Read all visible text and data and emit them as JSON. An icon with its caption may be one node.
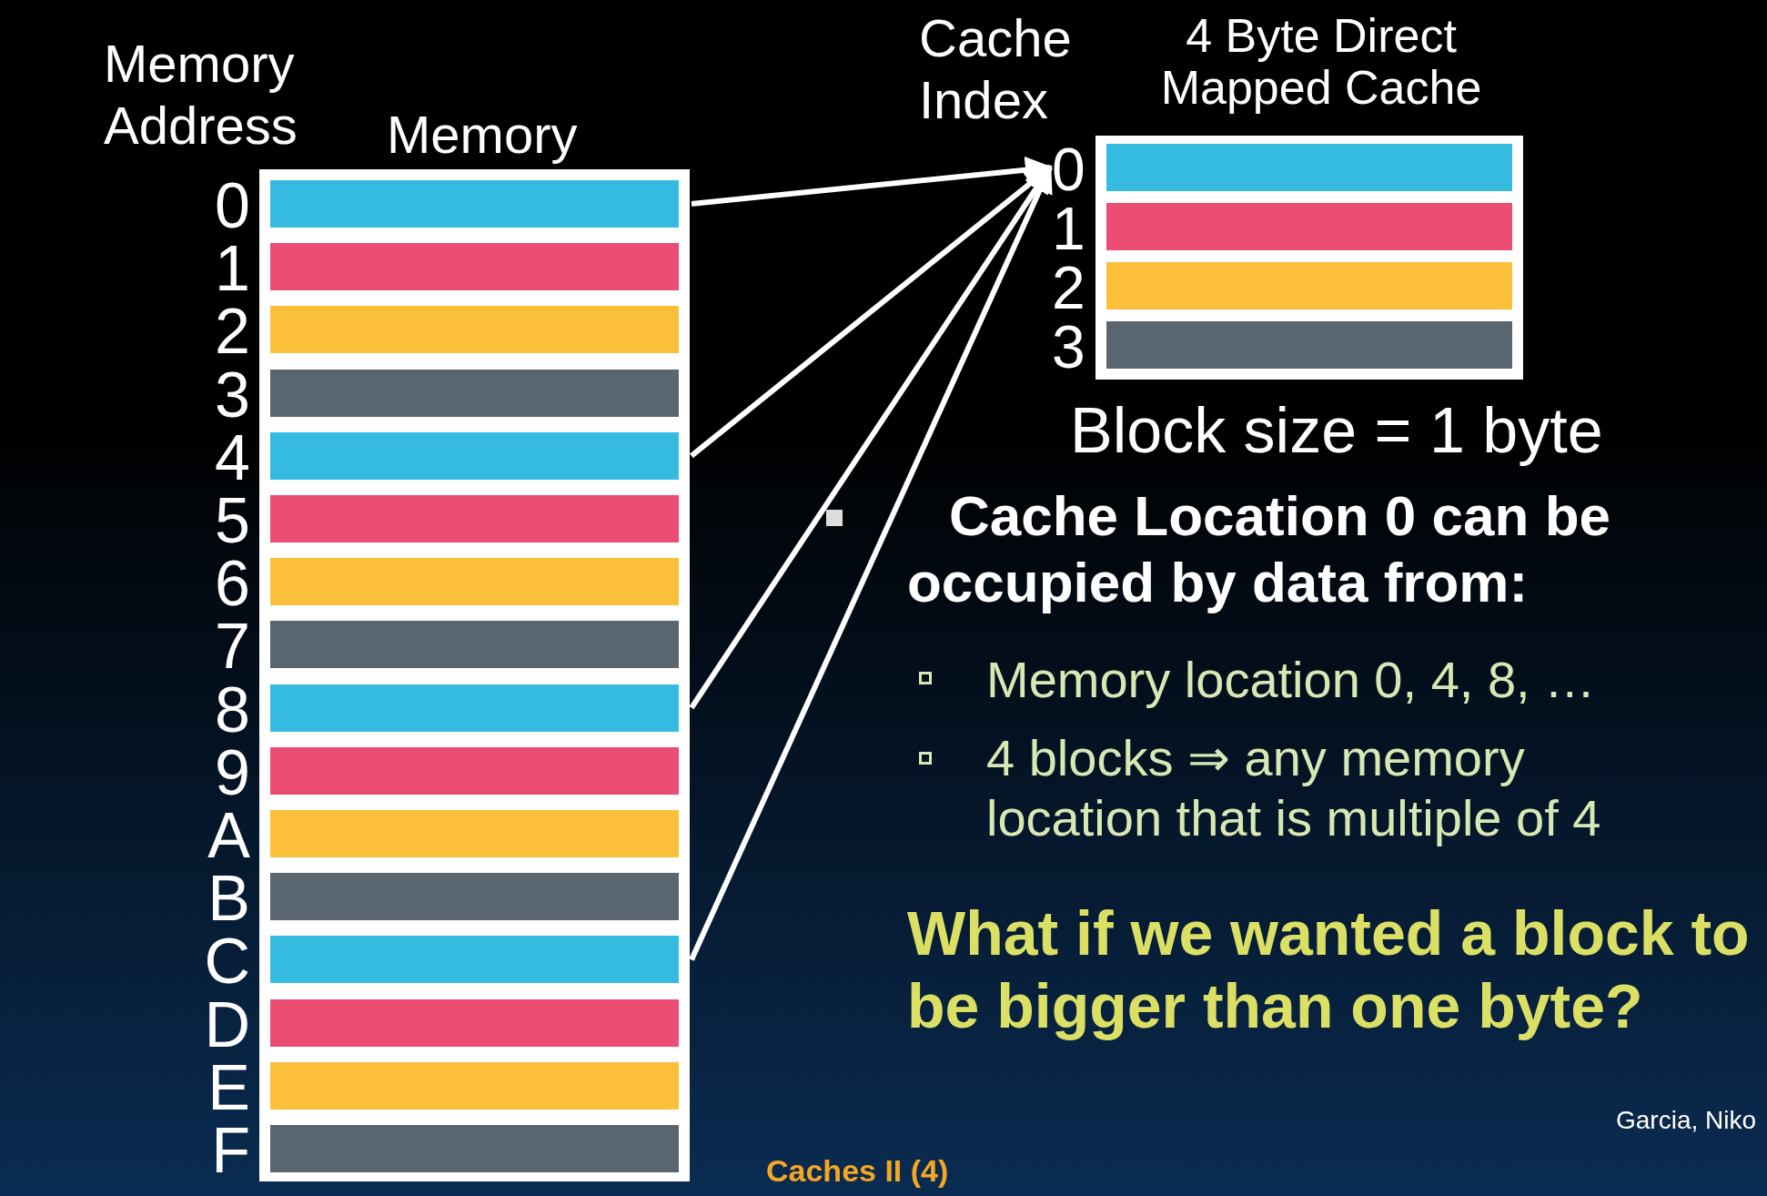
{
  "diagram": {
    "nodes": [
      {
        "text": [
          "Memory"
        ]
      },
      {
        "text": [],
        "shape": "bar",
        "in": 0,
        "beside": [
          "0"
        ]
      },
      {
        "text": [],
        "shape": "bar",
        "in": 0,
        "beside": [
          "1"
        ]
      },
      {
        "text": [],
        "shape": "bar",
        "in": 0,
        "beside": [
          "2"
        ]
      },
      {
        "text": [],
        "shape": "bar",
        "in": 0,
        "beside": [
          "3"
        ]
      },
      {
        "text": [],
        "shape": "bar",
        "in": 0,
        "beside": [
          "4"
        ]
      },
      {
        "text": [],
        "shape": "bar",
        "in": 0,
        "beside": [
          "5"
        ]
      },
      {
        "text": [],
        "shape": "bar",
        "in": 0,
        "beside": [
          "6"
        ]
      },
      {
        "text": [],
        "shape": "bar",
        "in": 0,
        "beside": [
          "7"
        ]
      },
      {
        "text": [],
        "shape": "bar",
        "in": 0,
        "beside": [
          "8"
        ]
      },
      {
        "text": [],
        "shape": "bar",
        "in": 0,
        "beside": [
          "9"
        ]
      },
      {
        "text": [],
        "shape": "bar",
        "in": 0,
        "beside": [
          "A"
        ]
      },
      {
        "text": [],
        "shape": "bar",
        "in": 0,
        "beside": [
          "B"
        ]
      },
      {
        "text": [],
        "shape": "bar",
        "in": 0,
        "beside": [
          "C"
        ]
      },
      {
        "text": [],
        "shape": "bar",
        "in": 0,
        "beside": [
          "D"
        ]
      },
      {
        "text": [],
        "shape": "bar",
        "in": 0,
        "beside": [
          "E"
        ]
      },
      {
        "text": [],
        "shape": "bar",
        "in": 0,
        "beside": [
          "F"
        ]
      },
      {
        "text": [
          "4 Byte Direct Mapped Cache"
        ]
      },
      {
        "text": [],
        "shape": "bar",
        "in": 17,
        "beside": [
          "0"
        ]
      },
      {
        "text": [],
        "shape": "bar",
        "in": 17,
        "beside": [
          "1"
        ]
      },
      {
        "text": [],
        "shape": "bar",
        "in": 17,
        "beside": [
          "2"
        ]
      },
      {
        "text": [],
        "shape": "bar",
        "in": 17,
        "beside": [
          "3"
        ]
      }
    ],
    "edges": [
      {
        "from": 1,
        "to": 18,
        "arrow": "to"
      },
      {
        "from": 5,
        "to": 18,
        "arrow": "to"
      },
      {
        "from": 9,
        "to": 18,
        "arrow": "to"
      },
      {
        "from": 13,
        "to": 18,
        "arrow": "to"
      }
    ],
    "labels": [
      "Memory Address",
      "Cache Index",
      "Block size = 1 byte",
      "Cache Location 0 can be occupied by data from:",
      "Memory location 0, 4, 8, …",
      "4 blocks ⇒ any memory location that is multiple of 4",
      "What if we wanted a block to be bigger than one byte?",
      "Garcia, Niko",
      "Caches II (4)"
    ]
  }
}
